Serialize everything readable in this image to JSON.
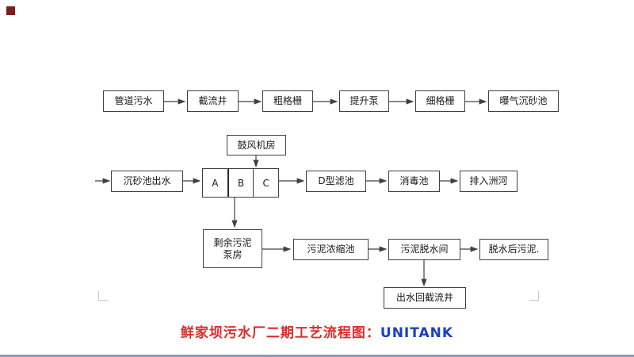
{
  "title": {
    "cn": "鲜家坝污水厂二期工艺流程图：",
    "en": "UNITANK"
  },
  "colors": {
    "caption_cn": "#e02a2a",
    "caption_en": "#1a3fc4",
    "corner_square": "#7b1d1d",
    "bottom_bar": "#8c9cb8",
    "box_border": "#404040"
  },
  "nodes": {
    "pipeline_sewage": "管道污水",
    "interception_well": "截流井",
    "coarse_screen": "粗格栅",
    "lift_pump": "提升泵",
    "fine_screen": "细格栅",
    "aerated_grit_tank": "曝气沉砂池",
    "blower_room": "鼓风机房",
    "grit_tank_outflow": "沉砂池出水",
    "unitank_a": "A",
    "unitank_b": "B",
    "unitank_c": "C",
    "d_type_filter": "D型滤池",
    "disinfection_tank": "消毒池",
    "discharge_to_river": "排入洲河",
    "excess_sludge_pump_house": "剩余污泥\n泵房",
    "sludge_thickening_tank": "污泥浓缩池",
    "sludge_dewatering_room": "污泥脱水间",
    "dewatered_sludge": "脱水后污泥.",
    "effluent_return_to_well": "出水回截流井"
  }
}
